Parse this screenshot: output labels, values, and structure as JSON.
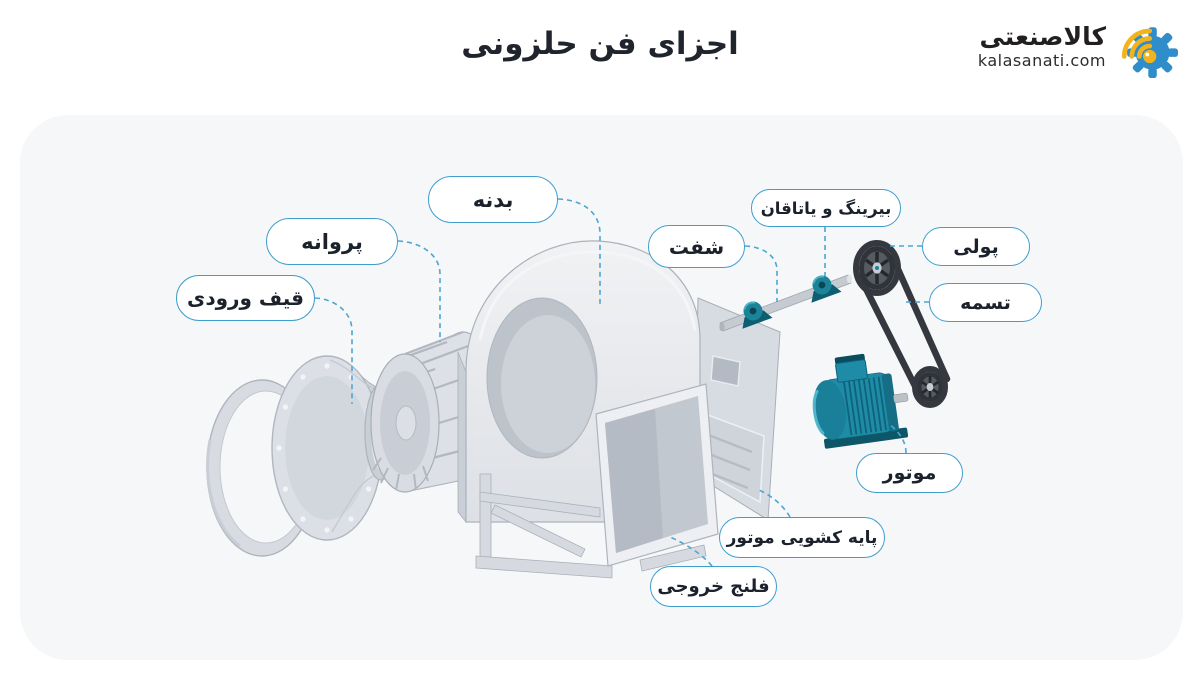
{
  "title": "اجزای فن حلزونی",
  "logo": {
    "name": "کالاصنعتی",
    "domain": "kalasanati.com",
    "icon": "gear-wifi-icon",
    "gear_color": "#2f8dca",
    "wave_color": "#f3b31d"
  },
  "labels": {
    "body": "بدنه",
    "impeller": "پروانه",
    "inlet_funnel": "قیف ورودی",
    "shaft": "شفت",
    "bearing": "بیرینگ و یاتاقان",
    "pulley": "پولی",
    "belt": "تسمه",
    "motor": "موتور",
    "motor_slide_base": "پایه کشویی موتور",
    "outlet_flange": "فلنج خروجی"
  },
  "colors": {
    "accent_border": "#3f9ecd",
    "connector": "#4da6d1",
    "panel_bg": "#f6f7f8",
    "title_text": "#20242c",
    "metal_light": "#e7e9ec",
    "metal_mid": "#d6dae1",
    "metal_dark": "#bcc3cb",
    "teal_motor": "#1e8ca6",
    "pulley_dark": "#303439"
  }
}
